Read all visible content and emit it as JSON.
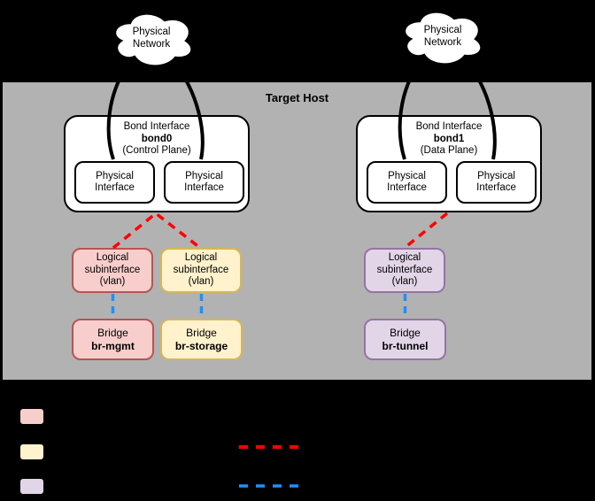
{
  "clouds": [
    {
      "line1": "Physical",
      "line2": "Network"
    },
    {
      "line1": "Physical",
      "line2": "Network"
    }
  ],
  "host": {
    "title": "Target Host",
    "bonds": [
      {
        "label": "Bond Interface",
        "name": "bond0",
        "plane": "(Control Plane)",
        "nics": [
          {
            "line1": "Physical",
            "line2": "Interface"
          },
          {
            "line1": "Physical",
            "line2": "Interface"
          }
        ]
      },
      {
        "label": "Bond Interface",
        "name": "bond1",
        "plane": "(Data Plane)",
        "nics": [
          {
            "line1": "Physical",
            "line2": "Interface"
          },
          {
            "line1": "Physical",
            "line2": "Interface"
          }
        ]
      }
    ],
    "subinterfaces": [
      {
        "line1": "Logical",
        "line2": "subinterface",
        "line3": "(vlan)",
        "theme": "pink"
      },
      {
        "line1": "Logical",
        "line2": "subinterface",
        "line3": "(vlan)",
        "theme": "yellow"
      },
      {
        "line1": "Logical",
        "line2": "subinterface",
        "line3": "(vlan)",
        "theme": "purple"
      }
    ],
    "bridges": [
      {
        "label": "Bridge",
        "name": "br-mgmt",
        "theme": "pink"
      },
      {
        "label": "Bridge",
        "name": "br-storage",
        "theme": "yellow"
      },
      {
        "label": "Bridge",
        "name": "br-tunnel",
        "theme": "purple"
      }
    ]
  },
  "legend": {
    "swatches": [
      {
        "theme": "pink"
      },
      {
        "theme": "yellow"
      },
      {
        "theme": "purple"
      }
    ],
    "lines": [
      {
        "style": "red-dashed"
      },
      {
        "style": "blue-dashed"
      }
    ]
  },
  "colors": {
    "page_background": "#000000",
    "host_background": "#b2b2b2",
    "node_fill": "#ffffff",
    "node_border": "#000000",
    "pink_fill": "#f8cecc",
    "pink_border": "#b85450",
    "yellow_fill": "#fff2cc",
    "yellow_border": "#d6b656",
    "purple_fill": "#e1d5e7",
    "purple_border": "#9673a6",
    "red_dash": "#ff0000",
    "blue_dash": "#1e8fff"
  }
}
